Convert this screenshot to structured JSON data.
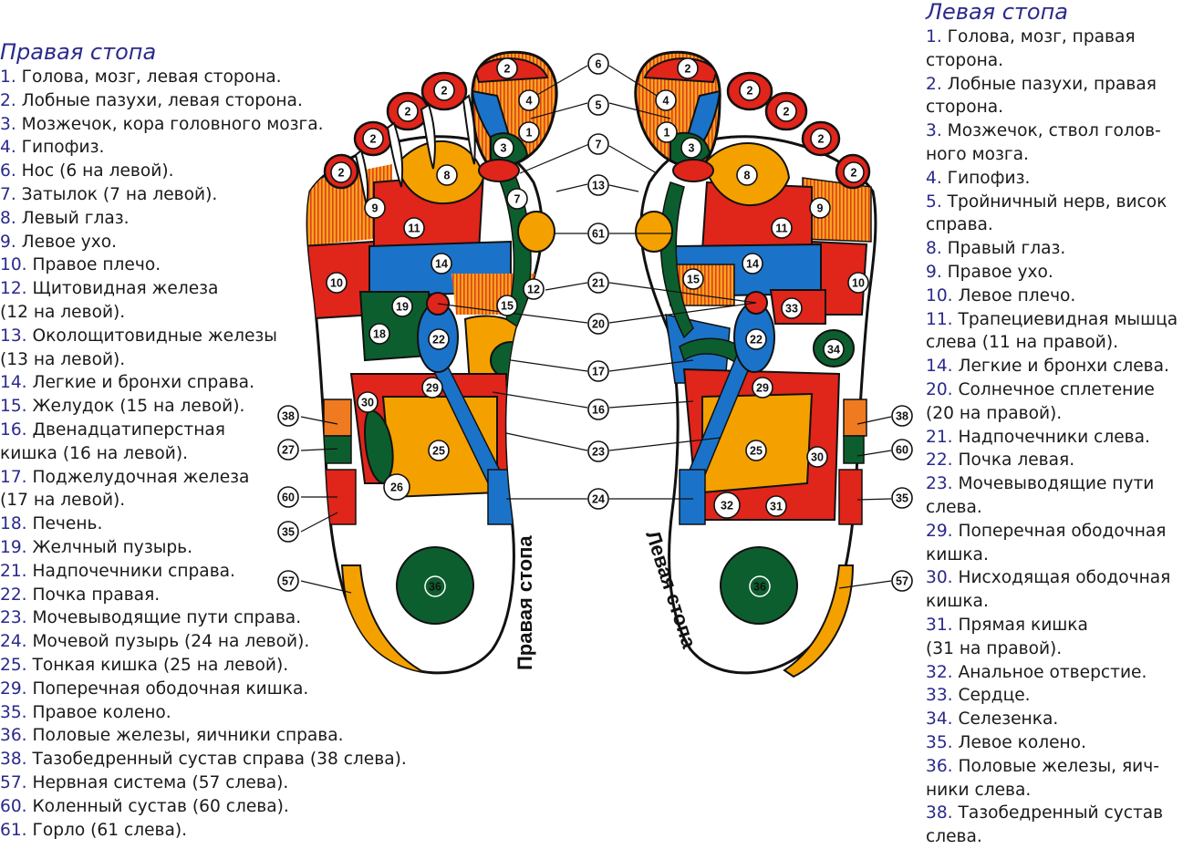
{
  "right_foot": {
    "title": "Правая стопа",
    "diagram_label": "Правая стопа",
    "items": [
      {
        "num": "1.",
        "text": "Голова, мозг, левая сторона."
      },
      {
        "num": "2.",
        "text": "Лобные пазухи, левая сторона."
      },
      {
        "num": "3.",
        "text": "Мозжечок, кора головного мозга."
      },
      {
        "num": "4.",
        "text": "Гипофиз."
      },
      {
        "num": "6.",
        "text": "Нос (6 на левой)."
      },
      {
        "num": "7.",
        "text": "Затылок (7 на левой)."
      },
      {
        "num": "8.",
        "text": "Левый глаз."
      },
      {
        "num": "9.",
        "text": "Левое ухо."
      },
      {
        "num": "10.",
        "text": "Правое плечо."
      },
      {
        "num": "12.",
        "text": "Щитовидная железа"
      },
      {
        "num": "",
        "text": "(12 на левой)."
      },
      {
        "num": "13.",
        "text": "Околощитовидные железы"
      },
      {
        "num": "",
        "text": "(13 на левой)."
      },
      {
        "num": "14.",
        "text": "Легкие и бронхи справа."
      },
      {
        "num": "15.",
        "text": "Желудок (15 на левой)."
      },
      {
        "num": "16.",
        "text": "Двенадцатиперстная"
      },
      {
        "num": "",
        "text": "кишка (16 на левой)."
      },
      {
        "num": "17.",
        "text": "Поджелудочная железа"
      },
      {
        "num": "",
        "text": "(17 на левой)."
      },
      {
        "num": "18.",
        "text": "Печень."
      },
      {
        "num": "19.",
        "text": "Желчный пузырь."
      },
      {
        "num": "21.",
        "text": "Надпочечники справа."
      },
      {
        "num": "22.",
        "text": "Почка правая."
      },
      {
        "num": "23.",
        "text": "Мочевыводящие пути справа."
      },
      {
        "num": "24.",
        "text": "Мочевой пузырь (24 на левой)."
      },
      {
        "num": "25.",
        "text": "Тонкая кишка (25 на левой)."
      },
      {
        "num": "29.",
        "text": "Поперечная ободочная кишка."
      },
      {
        "num": "35.",
        "text": "Правое колено."
      },
      {
        "num": "36.",
        "text": "Половые железы, яичники справа."
      },
      {
        "num": "38.",
        "text": "Тазобедренный сустав справа (38 слева)."
      },
      {
        "num": "57.",
        "text": "Нервная система (57 слева)."
      },
      {
        "num": "60.",
        "text": "Коленный сустав (60 слева)."
      },
      {
        "num": "61.",
        "text": "Горло (61 слева)."
      }
    ]
  },
  "left_foot": {
    "title": "Левая стопа",
    "diagram_label": "Левая стопа",
    "items": [
      {
        "num": "1.",
        "text": "Голова, мозг, правая"
      },
      {
        "num": "",
        "text": "сторона."
      },
      {
        "num": "2.",
        "text": "Лобные пазухи, правая"
      },
      {
        "num": "",
        "text": "сторона."
      },
      {
        "num": "3.",
        "text": "Мозжечок, ствол голов-"
      },
      {
        "num": "",
        "text": "ного мозга."
      },
      {
        "num": "4.",
        "text": "Гипофиз."
      },
      {
        "num": "5.",
        "text": "Тройничный нерв, висок"
      },
      {
        "num": "",
        "text": "справа."
      },
      {
        "num": "8.",
        "text": "Правый глаз."
      },
      {
        "num": "9.",
        "text": "Правое ухо."
      },
      {
        "num": "10.",
        "text": "Левое плечо."
      },
      {
        "num": "11.",
        "text": "Трапециевидная мышца"
      },
      {
        "num": "",
        "text": "слева (11 на правой)."
      },
      {
        "num": "14.",
        "text": "Легкие и бронхи слева."
      },
      {
        "num": "20.",
        "text": "Солнечное сплетение"
      },
      {
        "num": "",
        "text": "(20 на правой)."
      },
      {
        "num": "21.",
        "text": "Надпочечники слева."
      },
      {
        "num": "22.",
        "text": "Почка левая."
      },
      {
        "num": "23.",
        "text": "Мочевыводящие пути"
      },
      {
        "num": "",
        "text": "слева."
      },
      {
        "num": "29.",
        "text": "Поперечная ободочная"
      },
      {
        "num": "",
        "text": "кишка."
      },
      {
        "num": "30.",
        "text": "Нисходящая ободочная"
      },
      {
        "num": "",
        "text": "кишка."
      },
      {
        "num": "31.",
        "text": "Прямая кишка"
      },
      {
        "num": "",
        "text": "(31 на правой)."
      },
      {
        "num": "32.",
        "text": "Анальное отверстие."
      },
      {
        "num": "33.",
        "text": "Сердце."
      },
      {
        "num": "34.",
        "text": "Селезенка."
      },
      {
        "num": "35.",
        "text": "Левое колено."
      },
      {
        "num": "36.",
        "text": "Половые железы, яич-"
      },
      {
        "num": "",
        "text": "ники слева."
      },
      {
        "num": "38.",
        "text": "Тазобедренный сустав"
      },
      {
        "num": "",
        "text": "слева."
      }
    ]
  },
  "zone_labels": {
    "z1": "1",
    "z2": "2",
    "z3": "3",
    "z4": "4",
    "z5": "5",
    "z6": "6",
    "z7": "7",
    "z8": "8",
    "z9": "9",
    "z10": "10",
    "z11": "11",
    "z12": "12",
    "z13": "13",
    "z14": "14",
    "z15": "15",
    "z16": "16",
    "z17": "17",
    "z18": "18",
    "z19": "19",
    "z20": "20",
    "z21": "21",
    "z22": "22",
    "z23": "23",
    "z24": "24",
    "z25": "25",
    "z26": "26",
    "z27": "27",
    "z29": "29",
    "z30": "30",
    "z31": "31",
    "z32": "32",
    "z33": "33",
    "z34": "34",
    "z35": "35",
    "z36": "36",
    "z38": "38",
    "z57": "57",
    "z60": "60",
    "z61": "61"
  },
  "colors": {
    "red": "#e0251b",
    "orange": "#f4a100",
    "blue": "#1a73c9",
    "green": "#0d5e2e",
    "hatch": "#f07a20",
    "outline": "#111111",
    "legend_heading": "#2a2a8c"
  }
}
